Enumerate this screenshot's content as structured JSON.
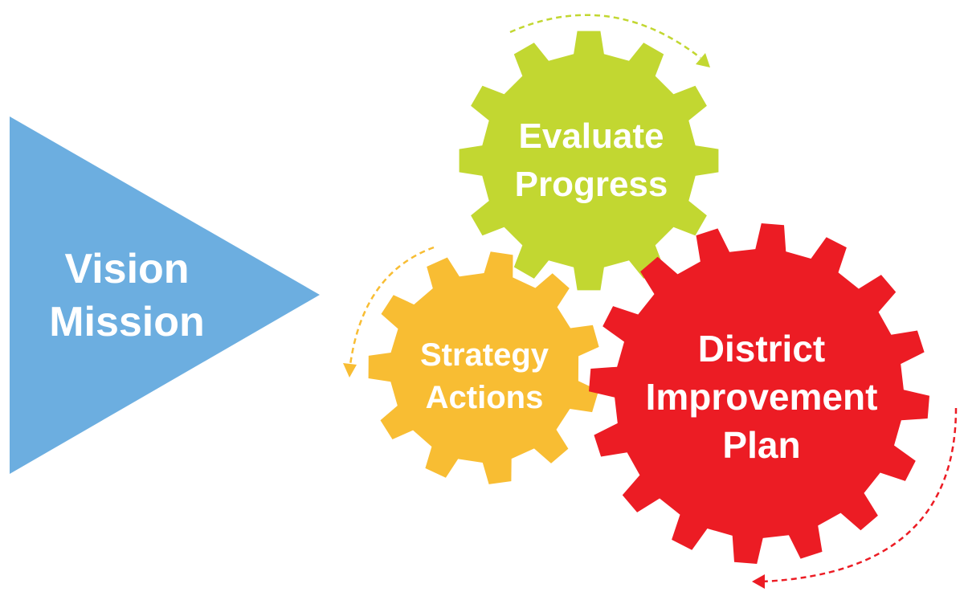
{
  "triangle": {
    "lines": [
      "Vision",
      "Mission"
    ],
    "color": "#6caee0"
  },
  "gears": {
    "evaluate": {
      "lines": [
        "Evaluate",
        "Progress"
      ],
      "color": "#c2d731"
    },
    "strategy": {
      "lines": [
        "Strategy",
        "Actions"
      ],
      "color": "#f8bd33"
    },
    "district": {
      "lines": [
        "District",
        "Improvement",
        "Plan"
      ],
      "color": "#ec1c24"
    }
  },
  "arrows": {
    "green": "#c2d731",
    "yellow": "#f8bd33",
    "red": "#ec1c24"
  }
}
